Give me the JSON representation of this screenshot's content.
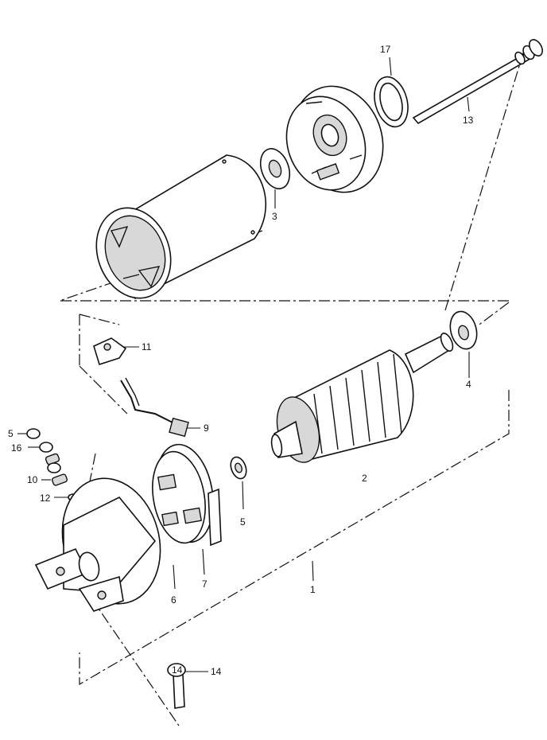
{
  "diagram": {
    "title": "",
    "parts": [
      {
        "ref": "1",
        "label": "1"
      },
      {
        "ref": "2",
        "label": "2"
      },
      {
        "ref": "3",
        "label": "3"
      },
      {
        "ref": "4",
        "label": "4"
      },
      {
        "ref": "5a",
        "label": "5"
      },
      {
        "ref": "5b",
        "label": "5"
      },
      {
        "ref": "6",
        "label": "6"
      },
      {
        "ref": "7",
        "label": "7"
      },
      {
        "ref": "9",
        "label": "9"
      },
      {
        "ref": "10",
        "label": "10"
      },
      {
        "ref": "11",
        "label": "11"
      },
      {
        "ref": "12",
        "label": "12"
      },
      {
        "ref": "13",
        "label": "13"
      },
      {
        "ref": "14",
        "label": "14"
      },
      {
        "ref": "16",
        "label": "16"
      },
      {
        "ref": "17",
        "label": "17"
      }
    ]
  }
}
